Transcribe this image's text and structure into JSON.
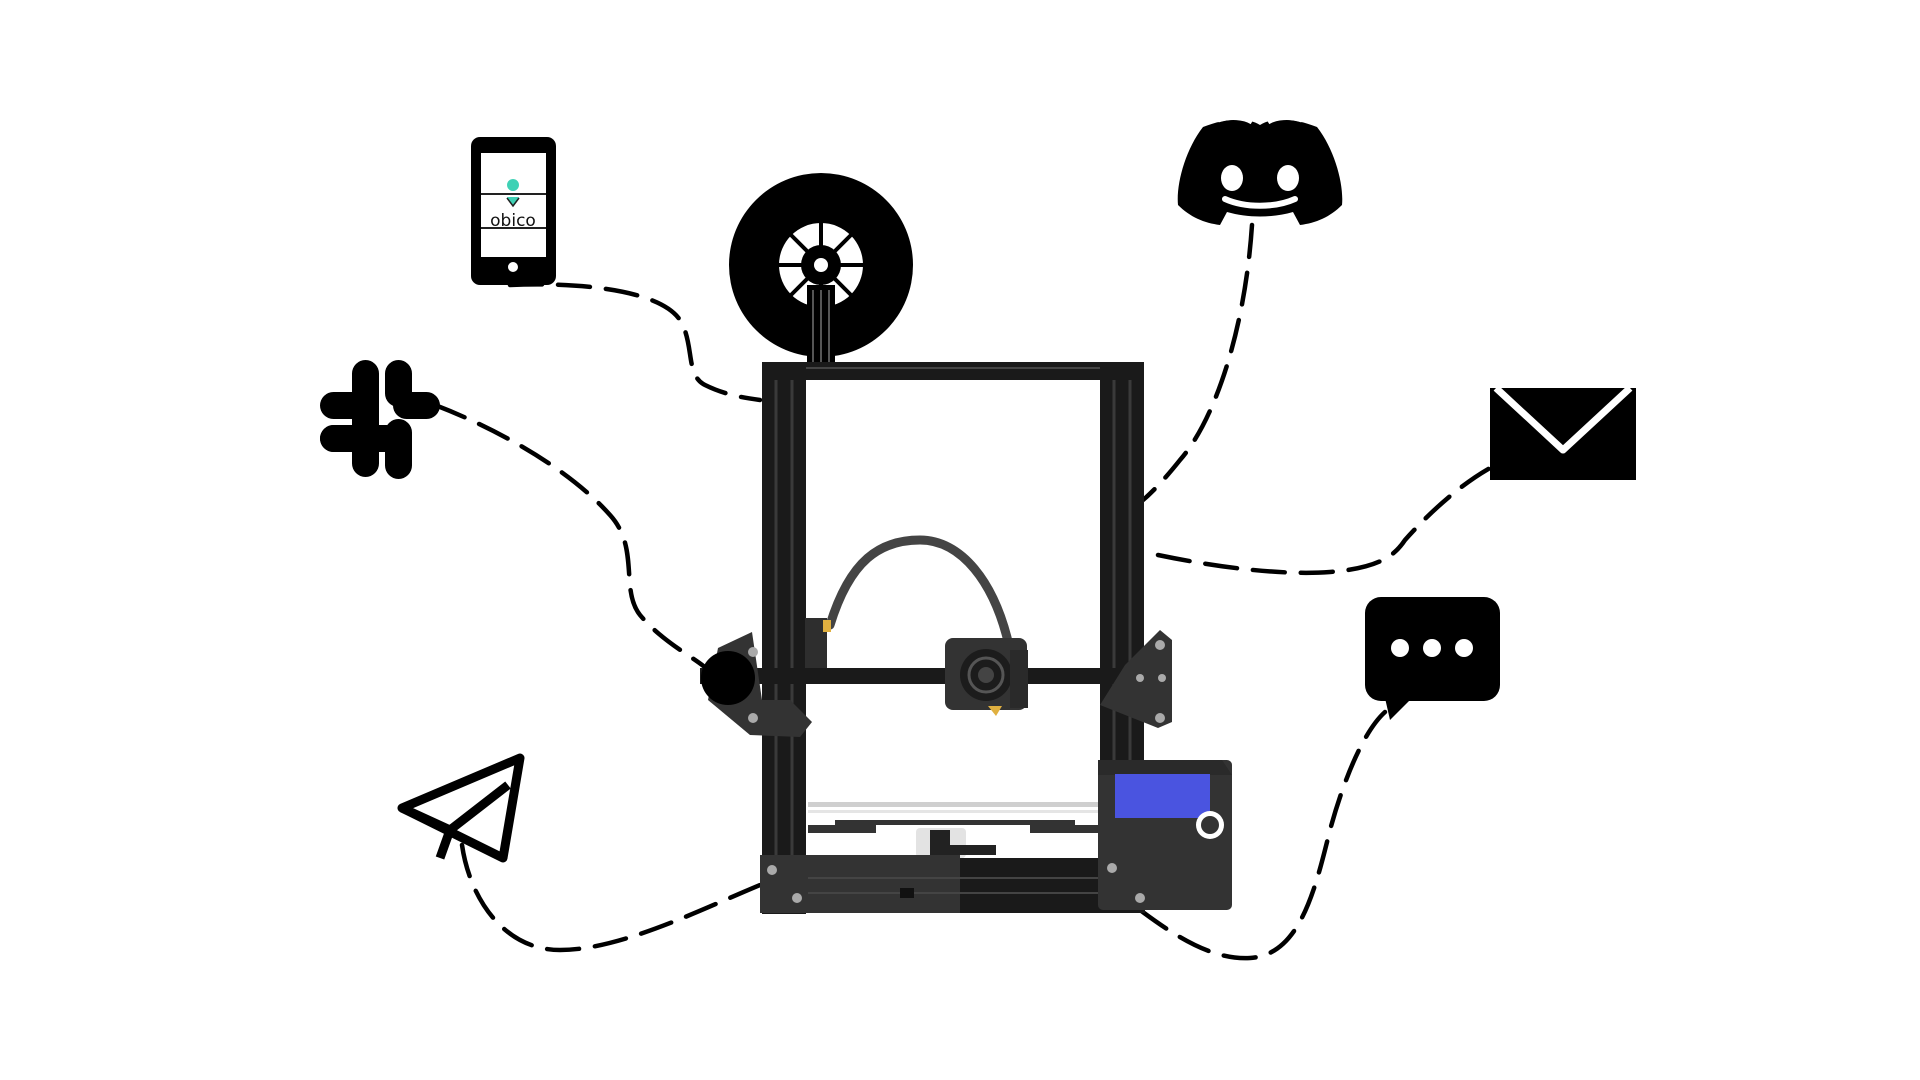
{
  "diagram": {
    "center": {
      "name": "3D printer",
      "icon": "3d-printer-icon"
    },
    "phone_app_text": "obico",
    "nodes": [
      {
        "id": "phone-app",
        "icon": "smartphone-icon"
      },
      {
        "id": "slack",
        "icon": "slack-icon"
      },
      {
        "id": "telegram",
        "icon": "telegram-icon"
      },
      {
        "id": "discord",
        "icon": "discord-icon"
      },
      {
        "id": "email",
        "icon": "envelope-icon"
      },
      {
        "id": "sms",
        "icon": "chat-bubble-icon"
      }
    ],
    "connections": [
      {
        "from": "3d-printer",
        "to": "phone-app"
      },
      {
        "from": "3d-printer",
        "to": "slack"
      },
      {
        "from": "3d-printer",
        "to": "telegram"
      },
      {
        "from": "3d-printer",
        "to": "discord"
      },
      {
        "from": "3d-printer",
        "to": "email"
      },
      {
        "from": "3d-printer",
        "to": "sms"
      }
    ],
    "colors": {
      "icon": "#000000",
      "frame": "#1a1a1a",
      "printer_body": "#333333",
      "lcd_screen": "#4a54e0",
      "obico_accent": "#3fd1b5",
      "nozzle": "#e0b040"
    }
  }
}
